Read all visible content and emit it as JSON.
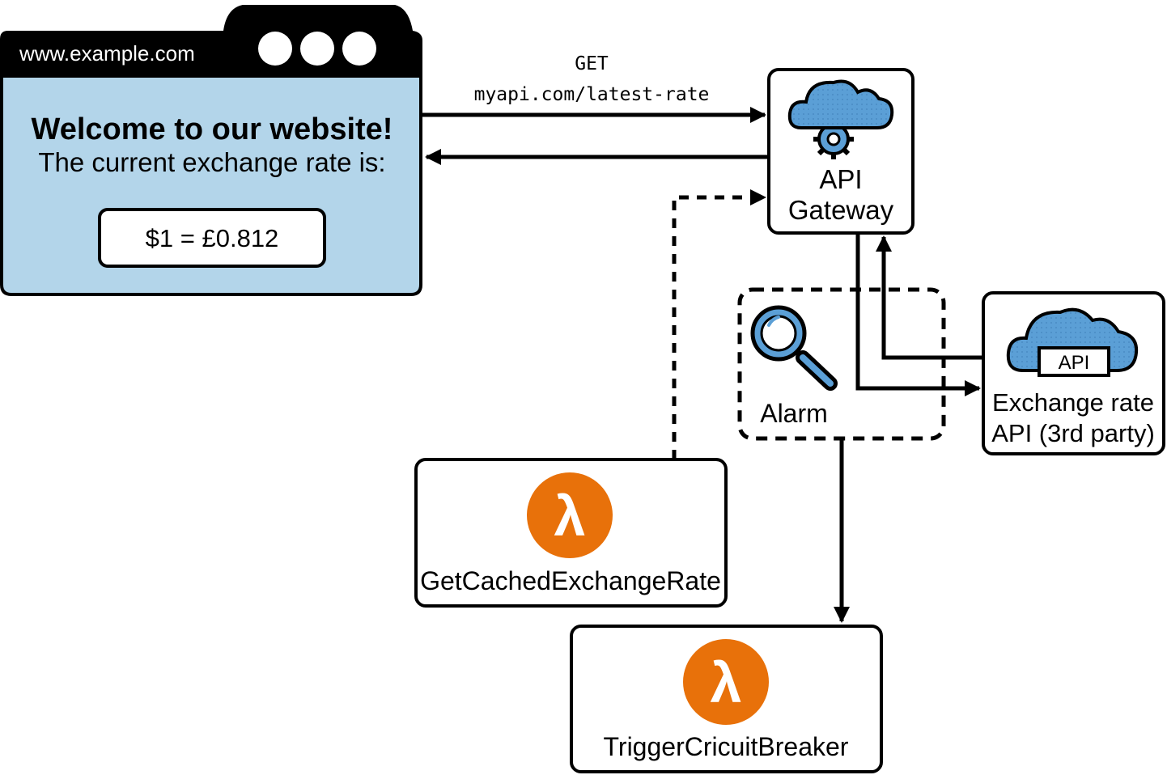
{
  "browser": {
    "url": "www.example.com",
    "heading": "Welcome to our website!",
    "subheading": "The current exchange rate is:",
    "rate_value": "$1 = £0.812"
  },
  "request": {
    "method": "GET",
    "endpoint": "myapi.com/latest-rate"
  },
  "api_gateway": {
    "label_line1": "API",
    "label_line2": "Gateway"
  },
  "exchange_api": {
    "badge": "API",
    "label_line1": "Exchange rate",
    "label_line2": "API (3rd party)"
  },
  "alarm": {
    "label": "Alarm"
  },
  "lambdas": {
    "cached": {
      "symbol": "λ",
      "label": "GetCachedExchangeRate"
    },
    "trigger": {
      "symbol": "λ",
      "label": "TriggerCricuitBreaker"
    }
  },
  "colors": {
    "browser_fill": "#b3d5ea",
    "cloud_fill": "#5b9fd6",
    "lambda_orange": "#e8710a",
    "ink": "#000000"
  }
}
